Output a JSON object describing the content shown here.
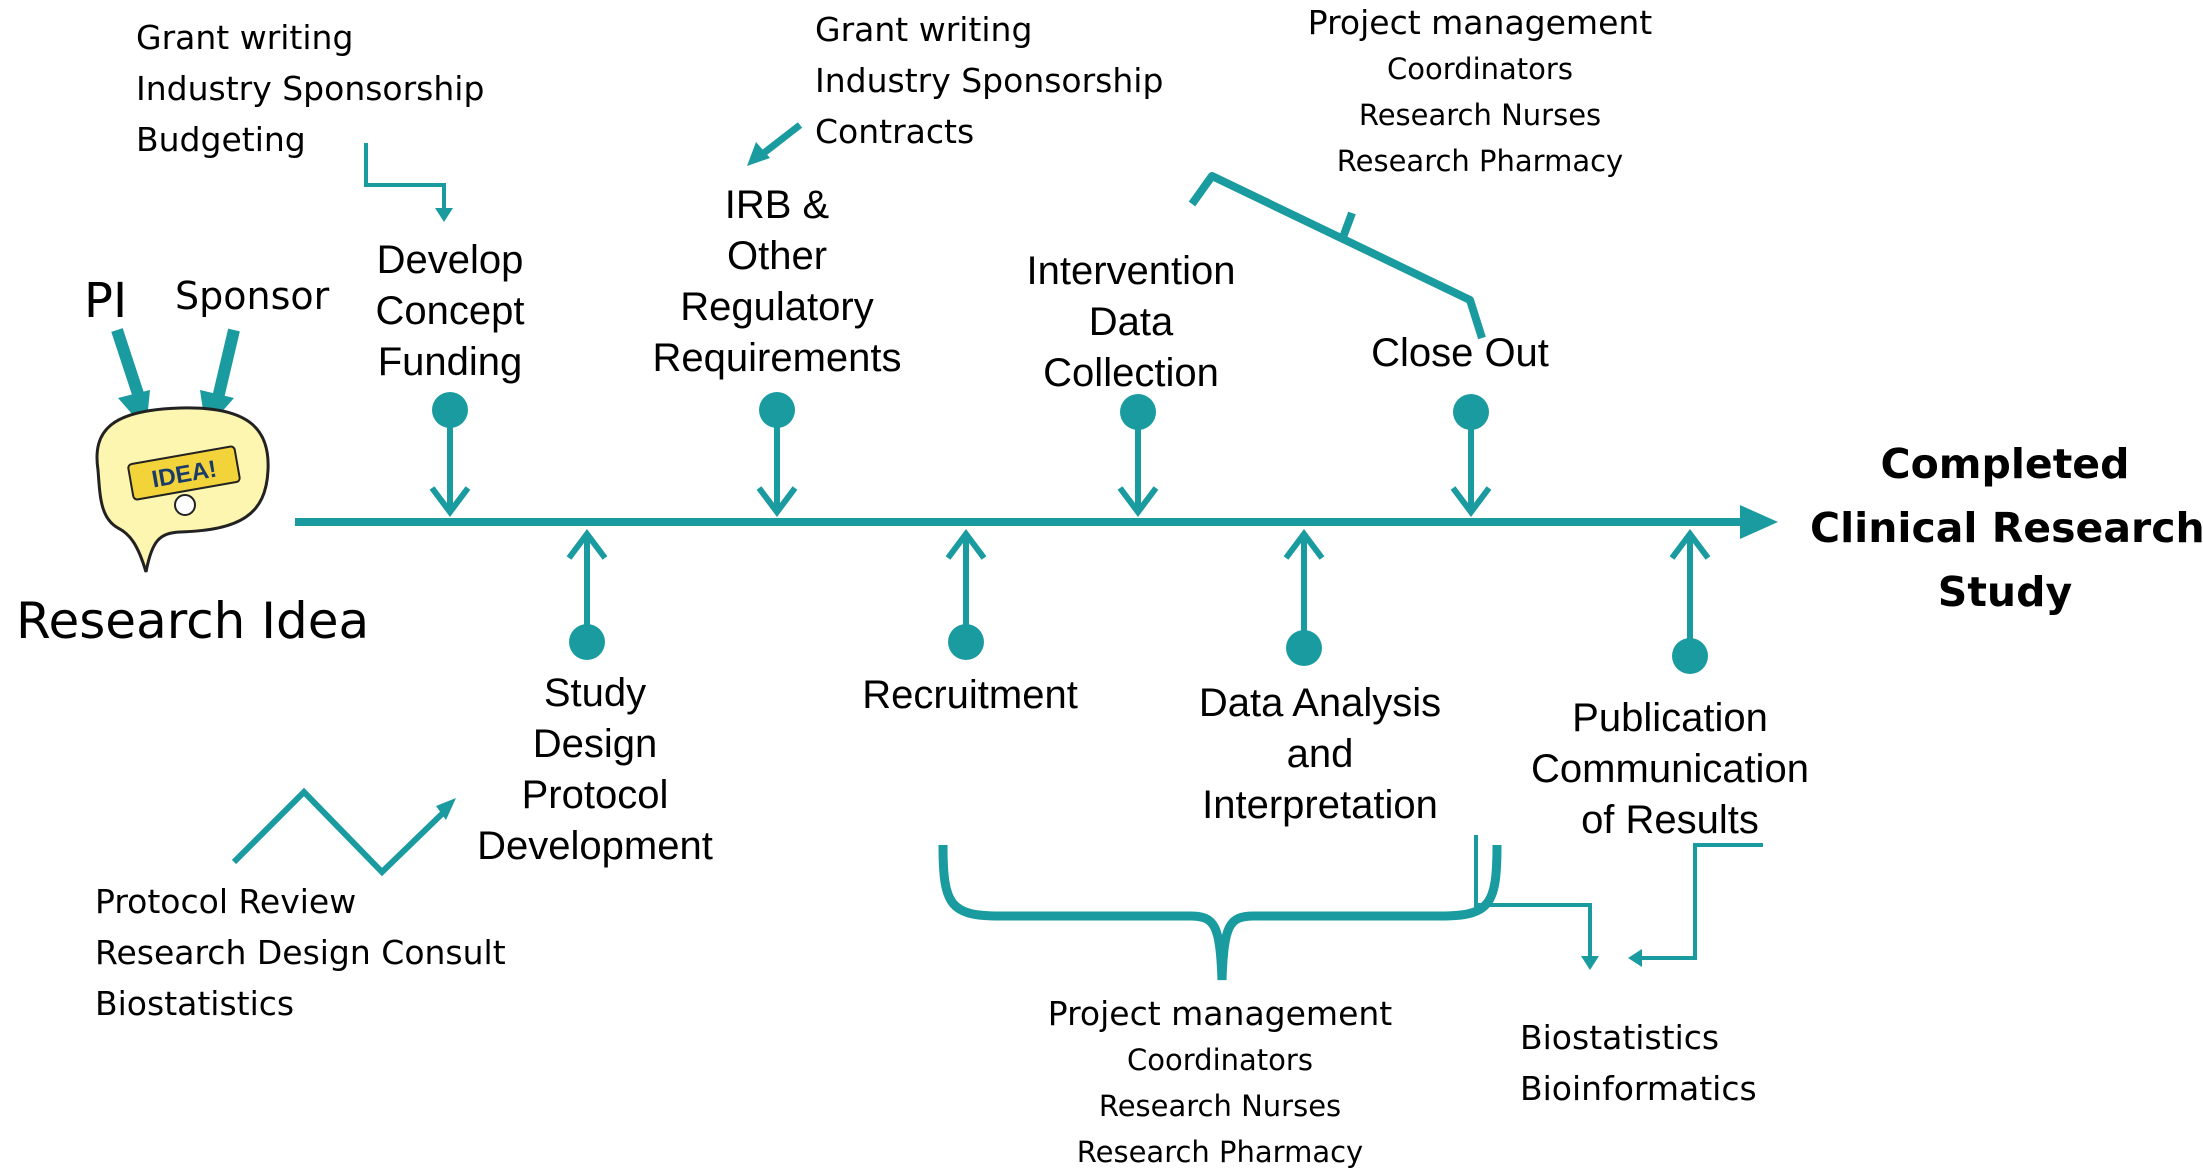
{
  "origin": {
    "idea_label": "Research Idea",
    "pi_label": "PI",
    "sponsor_label": "Sponsor",
    "bubble_text": "IDEA!"
  },
  "goal": {
    "line1": "Completed",
    "line2": "Clinical Research",
    "line3": "Study"
  },
  "top_stages": {
    "develop": [
      "Develop",
      "Concept",
      "Funding"
    ],
    "irb": [
      "IRB &",
      "Other",
      "Regulatory",
      "Requirements"
    ],
    "intervention": [
      "Intervention",
      "Data",
      "Collection"
    ],
    "closeout": [
      "Close Out"
    ]
  },
  "bottom_stages": {
    "study_design": [
      "Study",
      "Design",
      "Protocol",
      "Development"
    ],
    "recruitment": [
      "Recruitment"
    ],
    "analysis": [
      "Data Analysis",
      "and",
      "Interpretation"
    ],
    "publication": [
      "Publication",
      "Communication",
      "of Results"
    ]
  },
  "support_notes": {
    "funding_support": [
      "Grant writing",
      "Industry Sponsorship",
      "Budgeting"
    ],
    "irb_support": [
      "Grant writing",
      "Industry Sponsorship",
      "Contracts"
    ],
    "closeout_support": {
      "title": "Project management",
      "items": [
        "Coordinators",
        "Research Nurses",
        "Research Pharmacy"
      ]
    },
    "design_support": [
      "Protocol Review",
      "Research Design Consult",
      "Biostatistics"
    ],
    "recruitment_support": {
      "title": "Project management",
      "items": [
        "Coordinators",
        "Research Nurses",
        "Research Pharmacy"
      ]
    },
    "analysis_support": [
      "Biostatistics",
      "Bioinformatics"
    ]
  },
  "colors": {
    "accent": "#1a9ba0",
    "bubble_fill": "#fdf6b0",
    "bubble_text": "#e8c21a",
    "text": "#000000"
  }
}
